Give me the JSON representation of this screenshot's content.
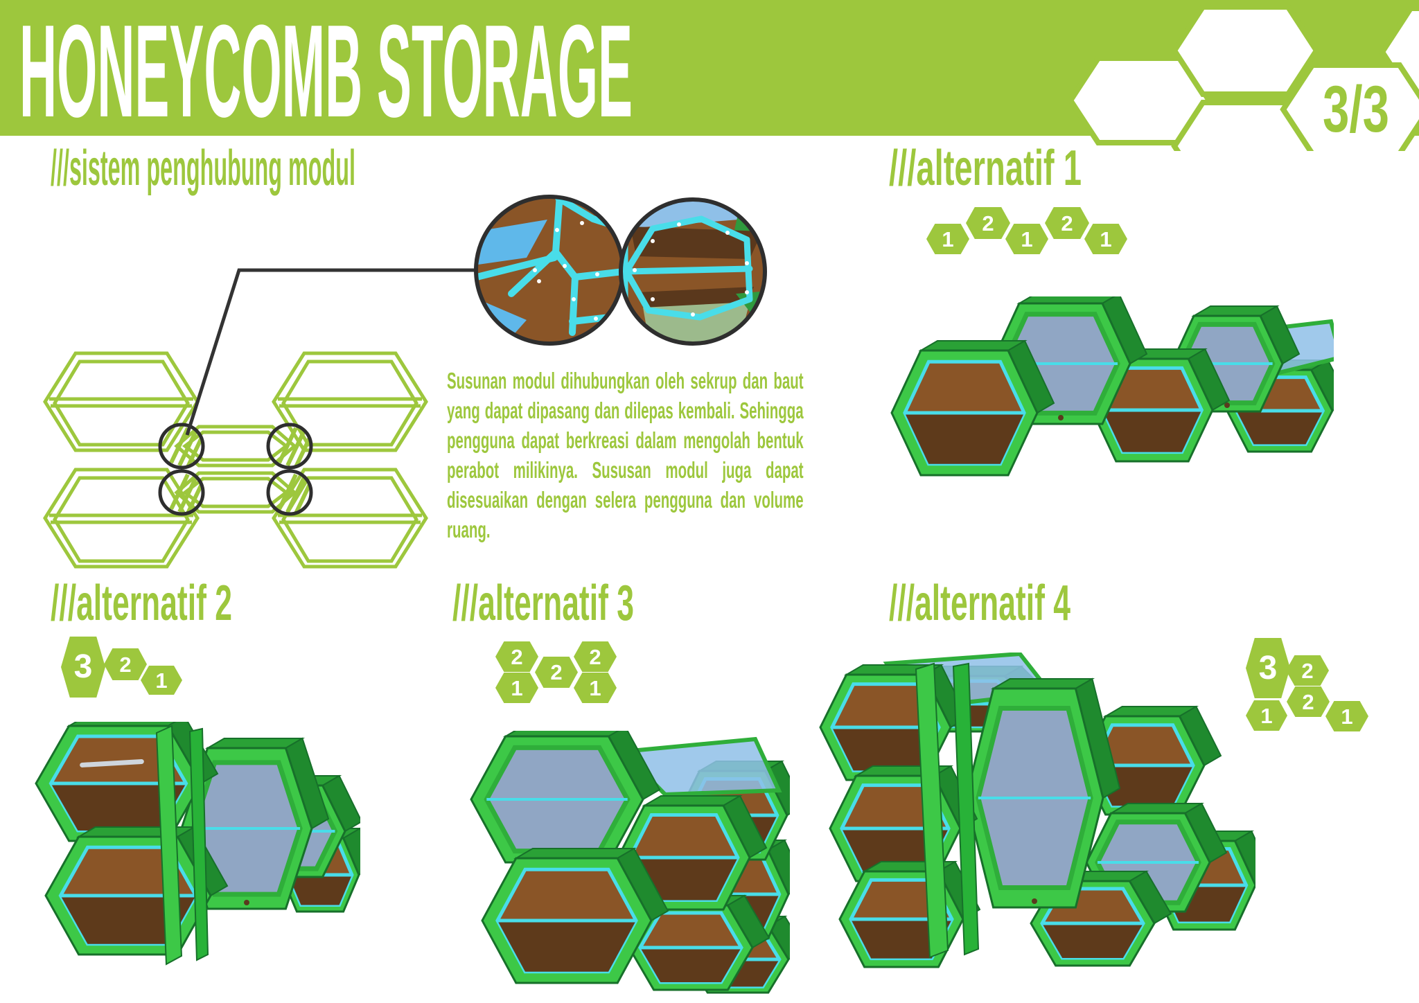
{
  "header": {
    "title": "HONEYCOMB STORAGE",
    "page_indicator": "3/3"
  },
  "sections": {
    "sistem": {
      "heading": "///sistem penghubung modul",
      "description": "Susunan modul dihubungkan oleh sekrup dan baut yang dapat dipasang dan dilepas kembali. Sehingga pengguna dapat berkreasi dalam mengolah bentuk perabot milikinya. Sususan modul juga dapat disesuaikan dengan selera pengguna dan volume ruang."
    },
    "alternatif1": {
      "heading": "///alternatif 1",
      "badges": [
        "1",
        "2",
        "1",
        "2",
        "1"
      ]
    },
    "alternatif2": {
      "heading": "///alternatif 2",
      "badges": [
        "3",
        "2",
        "1"
      ]
    },
    "alternatif3": {
      "heading": "///alternatif 3",
      "badges": [
        "2",
        "1",
        "2",
        "2",
        "1"
      ]
    },
    "alternatif4": {
      "heading": "///alternatif 4",
      "badges": [
        "3",
        "2",
        "2",
        "1",
        "1"
      ]
    }
  },
  "colors": {
    "accent_green": "#9dc73d",
    "white": "#ffffff",
    "outline_black": "#2e2e2e",
    "render": {
      "frame": "#3dc847",
      "frame_dark": "#17702a",
      "top": "#2aa136",
      "side": "#1f8a2e",
      "cyan": "#49dde9",
      "wood": "#8a5527",
      "wood_dark": "#5e3a1b",
      "glass": "#99a2d2",
      "glass_frame": "#2fae3a",
      "glass_blue": "#8fc0e8",
      "sage": "#9cba8c",
      "sky": "#5fb8ea",
      "knob": "#5a3a1e"
    }
  }
}
